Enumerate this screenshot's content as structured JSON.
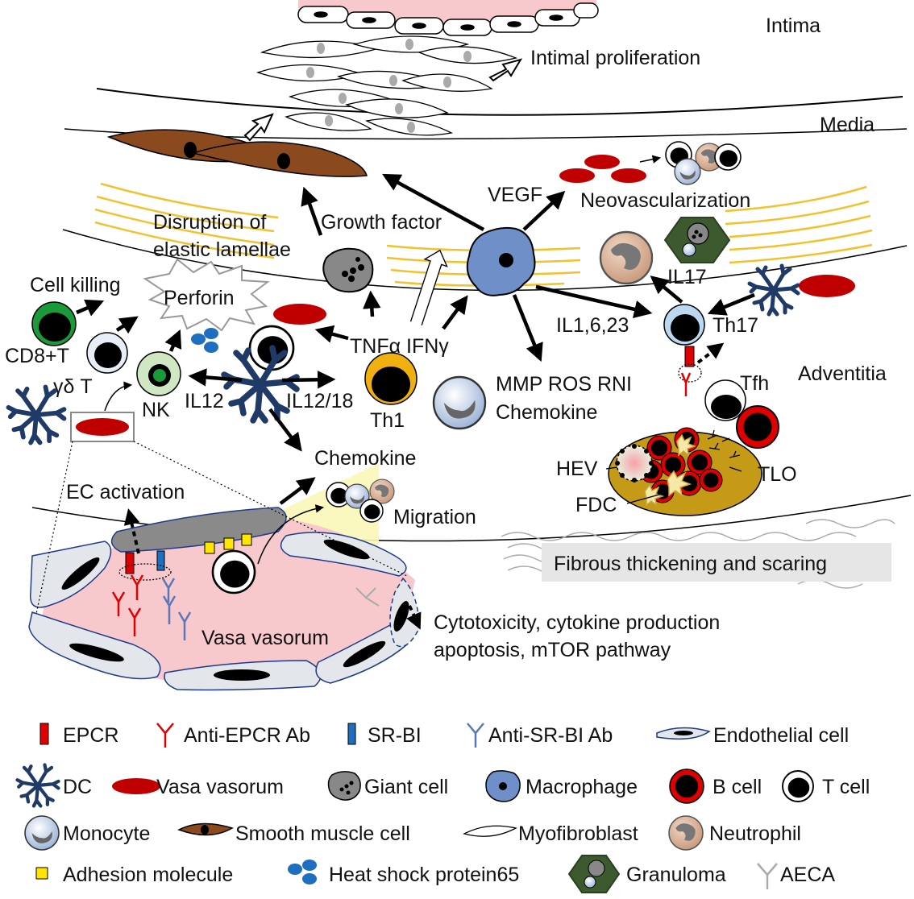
{
  "layers": {
    "intima": "Intima",
    "media": "Media",
    "adventitia": "Adventitia"
  },
  "labels": {
    "intimal_proliferation": "Intimal proliferation",
    "vegf": "VEGF",
    "neovascularization": "Neovascularization",
    "disruption_line1": "Disruption of",
    "disruption_line2": "elastic lamellae",
    "growth_factor": "Growth factor",
    "il17": "IL17",
    "cell_killing": "Cell killing",
    "perforin": "Perforin",
    "cd8t": "CD8+T",
    "gamma_delta_t": "γδ T",
    "nk": "NK",
    "il12": "IL12",
    "il12_18": "IL12/18",
    "th1": "Th1",
    "tnf_ifn": "TNFα IFNγ",
    "il1_6_23": "IL1,6,23",
    "th17": "Th17",
    "mmp_line1": "MMP ROS RNI",
    "mmp_line2": "Chemokine",
    "tfh": "Tfh",
    "tlo": "TLO",
    "hev": "HEV",
    "fdc": "FDC",
    "chemokine": "Chemokine",
    "ec_activation": "EC activation",
    "migration": "Migration",
    "fibrous": "Fibrous thickening and scaring",
    "vasa_vasorum": "Vasa vasorum",
    "cytotox_line1": "Cytotoxicity, cytokine production",
    "cytotox_line2": "apoptosis, mTOR pathway"
  },
  "legend": {
    "epcr": "EPCR",
    "anti_epcr": "Anti-EPCR Ab",
    "srbi": "SR-BI",
    "anti_srbi": "Anti-SR-BI Ab",
    "endothelial": "Endothelial cell",
    "dc": "DC",
    "vasa": "Vasa vasorum",
    "giant": "Giant cell",
    "macrophage": "Macrophage",
    "bcell": "B cell",
    "tcell": "T cell",
    "monocyte": "Monocyte",
    "smooth_muscle": "Smooth muscle cell",
    "myofibroblast": "Myofibroblast",
    "neutrophil": "Neutrophil",
    "adhesion": "Adhesion molecule",
    "hsp65": "Heat shock protein65",
    "granuloma": "Granuloma",
    "aeca": "AECA"
  },
  "colors": {
    "elastic_lamellae": "#f2c12e",
    "smooth_muscle": "#8b4a1e",
    "vasa": "#c00000",
    "dc": "#1f3a66",
    "macrophage": "#6f8fc9",
    "tlo": "#c49a17",
    "cd8_ring": "#1a9a3a",
    "nk_ring": "#9fcf8f",
    "th1_ring": "#f0b010",
    "b_ring": "#e00000",
    "epcr": "#e00000",
    "srbi": "#1e6fc0",
    "adhesion": "#ffe600",
    "hsp": "#1e6fc0"
  }
}
